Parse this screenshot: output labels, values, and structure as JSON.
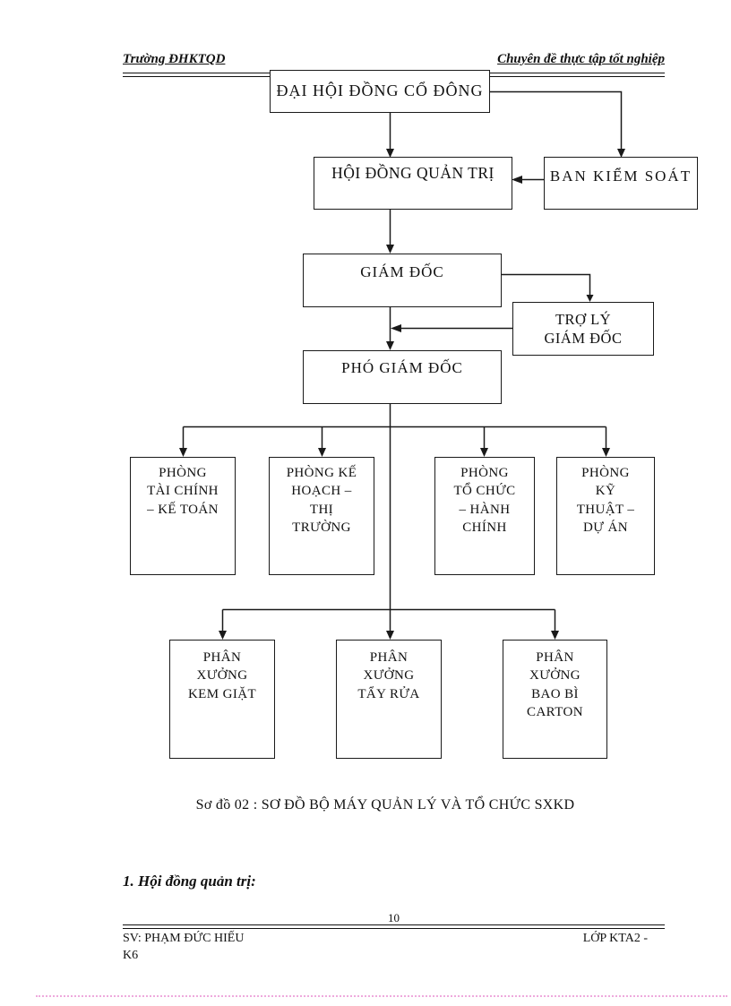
{
  "header": {
    "left": "Trường ĐHKTQD",
    "right": "Chuyên đề thực tập tốt nghiệp"
  },
  "diagram": {
    "caption": "Sơ đồ 02 : SƠ ĐỒ BỘ MÁY QUẢN LÝ VÀ TỔ CHỨC SXKD",
    "nodes": {
      "shareholders": "ĐẠI HỘI ĐỒNG CỔ ĐÔNG",
      "board": "HỘI ĐỒNG QUẢN TRỊ",
      "supervisory": "BAN KIỂM SOÁT",
      "director": "GIÁM ĐỐC",
      "assistant": "TRỢ LÝ\nGIÁM ĐỐC",
      "deputy_director": "PHÓ GIÁM ĐỐC",
      "dept_finance": "PHÒNG\nTÀI CHÍNH\n– KẾ TOÁN",
      "dept_planning": "PHÒNG KẾ\nHOẠCH –\nTHỊ\nTRƯỜNG",
      "dept_admin": "PHÒNG\nTỔ CHỨC\n– HÀNH\nCHÍNH",
      "dept_technical": "PHÒNG\nKỸ\nTHUẬT –\nDỰ ÁN",
      "workshop_kem_giat": "PHÂN\nXƯỞNG\nKEM GIẶT",
      "workshop_tay_rua": "PHÂN\nXƯỞNG\nTẨY RỬA",
      "workshop_bao_bi": "PHÂN\nXƯỞNG\nBAO BÌ\nCARTON"
    }
  },
  "body_text": {
    "section_heading": "1. Hội đồng quản trị:"
  },
  "footer": {
    "page_number": "10",
    "left": "SV: PHẠM ĐỨC HIẾU\nK6",
    "right": "LỚP KTA2 -"
  },
  "colors": {
    "line": "#1a1a1a",
    "text": "#111111",
    "dotted_margin": "#eeaadd"
  }
}
